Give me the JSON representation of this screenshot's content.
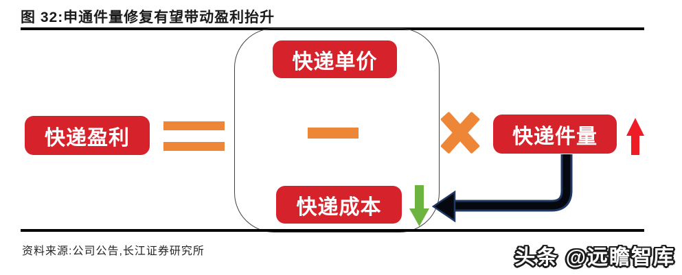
{
  "figure": {
    "title": "图 32:申通件量修复有望带动盈利抬升",
    "source_note": "资料来源:公司公告,长江证券研究所",
    "watermark": "头条 @远瞻智库"
  },
  "diagram": {
    "type": "formula-flow",
    "nodes": {
      "profit": "快递盈利",
      "unit_price": "快递单价",
      "cost": "快递成本",
      "volume": "快递件量"
    },
    "operators": {
      "equals": "=",
      "minus": "−",
      "multiply": "×"
    },
    "indicators": {
      "volume_trend": "up",
      "cost_trend": "down",
      "flow_arrow": "volume-to-cost"
    }
  },
  "colors": {
    "box-red": "#D6232B",
    "arrow-red": "#EE1C25",
    "accent-orange": "#EE8638",
    "arrow-green": "#6CB33F",
    "arrow-navy": "#1F3864",
    "arrow-core": "#05090F",
    "outline-gray": "#3F3F3F"
  }
}
